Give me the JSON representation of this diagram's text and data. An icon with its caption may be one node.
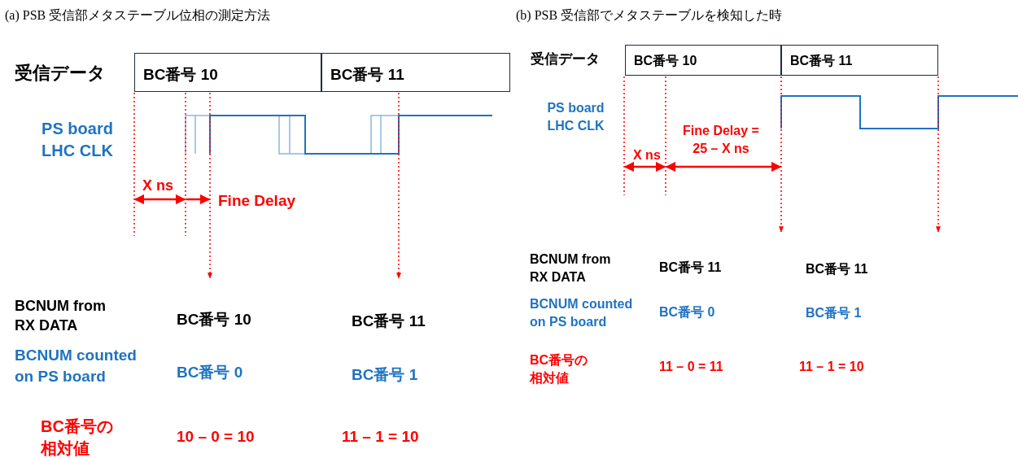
{
  "diagram": {
    "nodes": [
      {
        "text": [
          "BC番号 10"
        ]
      },
      {
        "text": [
          "BC番号 11"
        ]
      },
      {
        "text": [
          "BC番号 10"
        ]
      },
      {
        "text": [
          "BC番号 11"
        ]
      }
    ],
    "labels": [
      "(a) PSB 受信部メタステーブル位相の測定方法",
      "(b) PSB 受信部でメタステーブルを検知した時",
      "受信データ",
      "PS board LHC CLK",
      "X ns",
      "Fine Delay",
      "BCNUM from RX DATA",
      "BC番号 10",
      "BC番号 11",
      "BCNUM counted on PS board",
      "BC番号 0",
      "BC番号 1",
      "BC番号の相対値",
      "10 – 0 = 10",
      "11 – 1 = 10",
      "受信データ",
      "PS board LHC CLK",
      "X ns",
      "Fine Delay = 25 – X ns",
      "BCNUM from RX DATA",
      "BC番号 11",
      "BC番号 11",
      "BCNUM counted on PS board",
      "BC番号 0",
      "BC番号 1",
      "BC番号の相対値",
      "11 – 0 = 11",
      "11 – 1 = 10"
    ]
  }
}
